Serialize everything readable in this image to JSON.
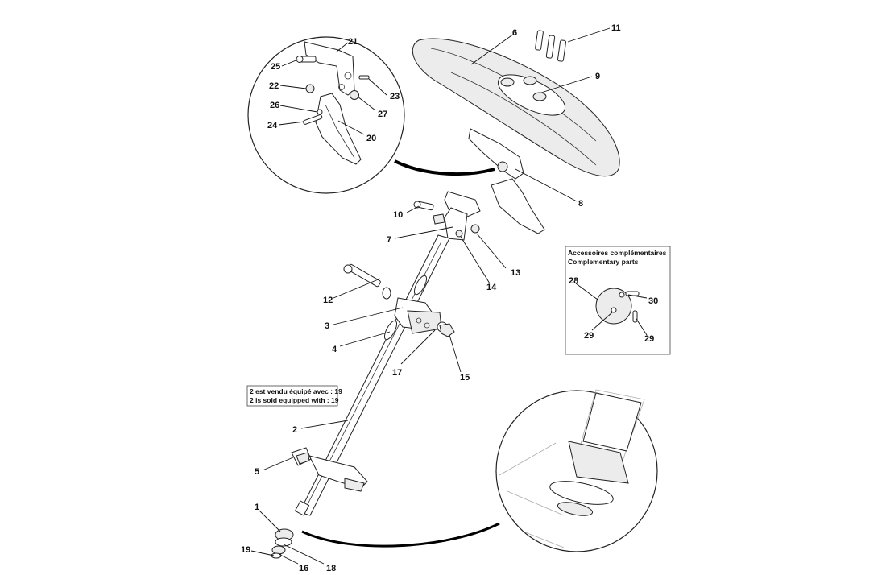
{
  "callouts": {
    "c1": "1",
    "c2": "2",
    "c3": "3",
    "c4": "4",
    "c5": "5",
    "c6": "6",
    "c7": "7",
    "c8": "8",
    "c9": "9",
    "c10": "10",
    "c11": "11",
    "c12": "12",
    "c13": "13",
    "c14": "14",
    "c15": "15",
    "c16": "16",
    "c17": "17",
    "c18": "18",
    "c19": "19",
    "c20": "20",
    "c21": "21",
    "c22": "22",
    "c23": "23",
    "c24": "24",
    "c25": "25",
    "c26": "26",
    "c27": "27",
    "c28": "28",
    "c29a": "29",
    "c29b": "29",
    "c30": "30"
  },
  "note": {
    "line_fr": "2 est vendu équipé avec : 19",
    "line_en": "2 is sold equipped with : 19"
  },
  "accessories": {
    "title_fr": "Accessoires complémentaires",
    "title_en": "Complementary parts"
  }
}
